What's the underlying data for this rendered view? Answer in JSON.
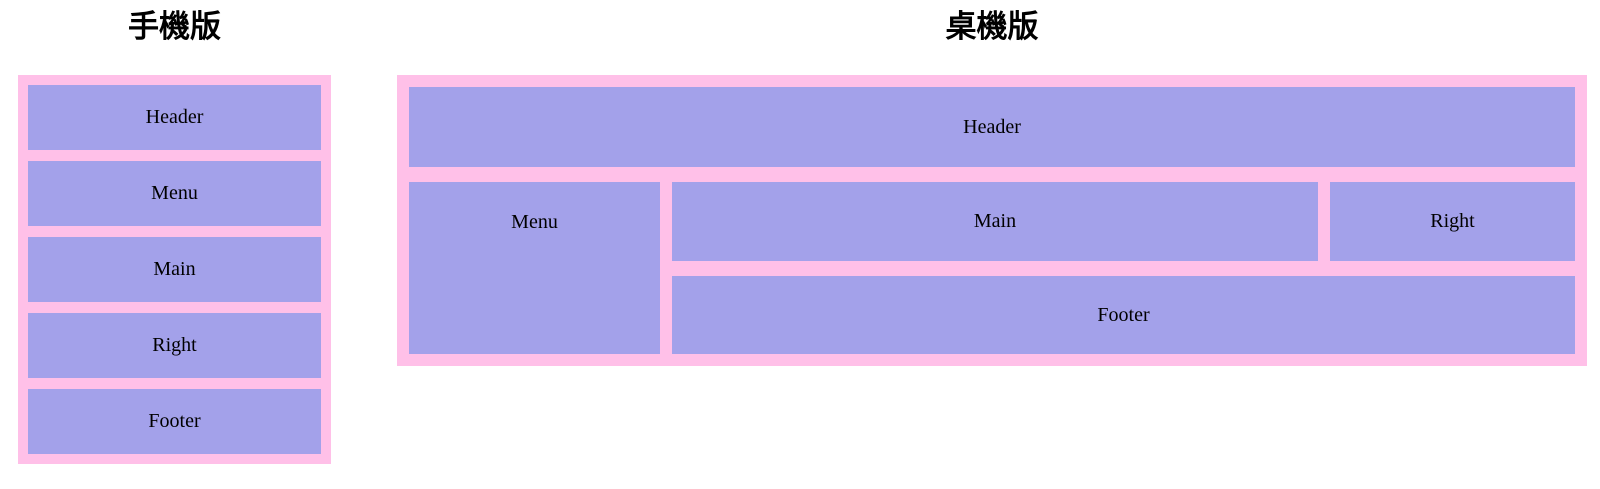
{
  "colors": {
    "container_pink": "#ffc0e8",
    "box_purple": "#a3a1ea",
    "label_text": "#000000",
    "page_background": "#ffffff"
  },
  "mobile": {
    "title": "手機版",
    "labels": [
      "Header",
      "Menu",
      "Main",
      "Right",
      "Footer"
    ]
  },
  "desktop": {
    "title": "桌機版",
    "labels": {
      "header": "Header",
      "menu": "Menu",
      "main": "Main",
      "right": "Right",
      "footer": "Footer"
    }
  }
}
